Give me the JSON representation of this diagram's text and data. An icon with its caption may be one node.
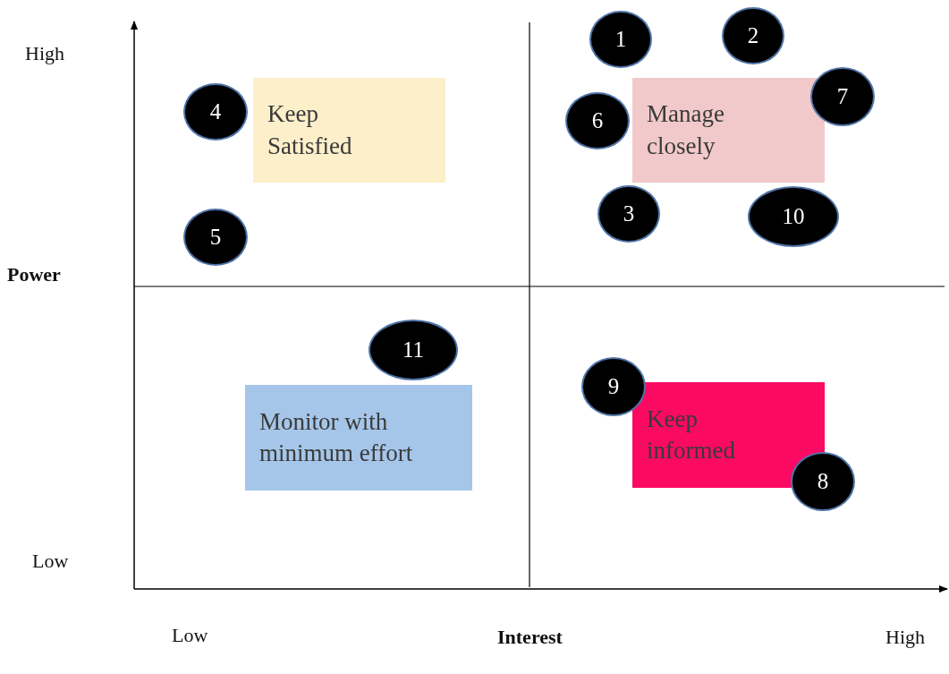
{
  "diagram": {
    "nodes": [
      {
        "text": [
          "1"
        ]
      },
      {
        "text": [
          "2"
        ]
      },
      {
        "text": [
          "7"
        ]
      },
      {
        "text": [
          "4"
        ]
      },
      {
        "text": [
          "Keep Satisfied"
        ]
      },
      {
        "text": [
          "6"
        ]
      },
      {
        "text": [
          "Manage closely"
        ]
      },
      {
        "text": [
          "3"
        ]
      },
      {
        "text": [
          "10"
        ]
      },
      {
        "text": [
          "5"
        ]
      },
      {
        "text": [
          "11"
        ]
      },
      {
        "text": [
          "9"
        ]
      },
      {
        "text": [
          "Monitor with minimum effort"
        ]
      },
      {
        "text": [
          "Keep informed"
        ]
      },
      {
        "text": [
          "8"
        ]
      }
    ],
    "labels": [
      "High",
      "Power",
      "Low",
      "Low",
      "Interest",
      "High"
    ]
  }
}
